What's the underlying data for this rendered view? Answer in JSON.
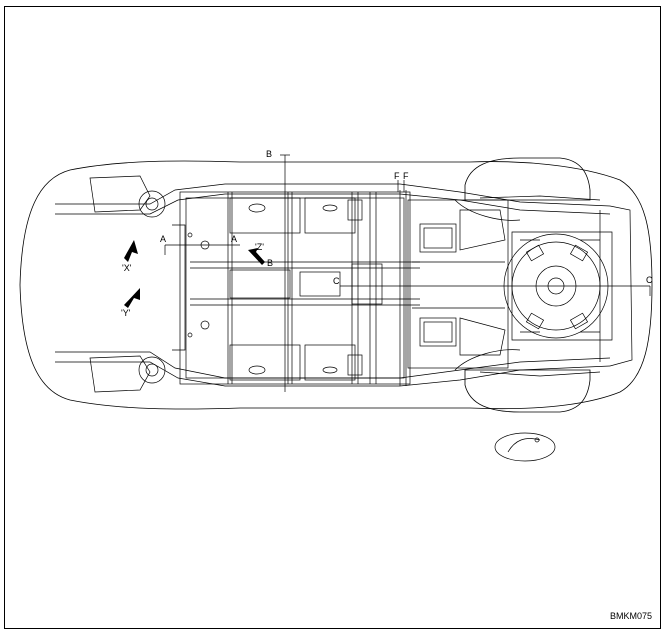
{
  "figure_code": "BMKM075",
  "section_markers": {
    "a_left": "A",
    "a_right": "A",
    "b_top": "B",
    "b_mid": "B",
    "c_mid": "C",
    "c_right": "C",
    "f_left": "F",
    "f_right": "F"
  },
  "view_labels": {
    "x": "'X'",
    "y": "'Y'",
    "z": "'Z'"
  }
}
